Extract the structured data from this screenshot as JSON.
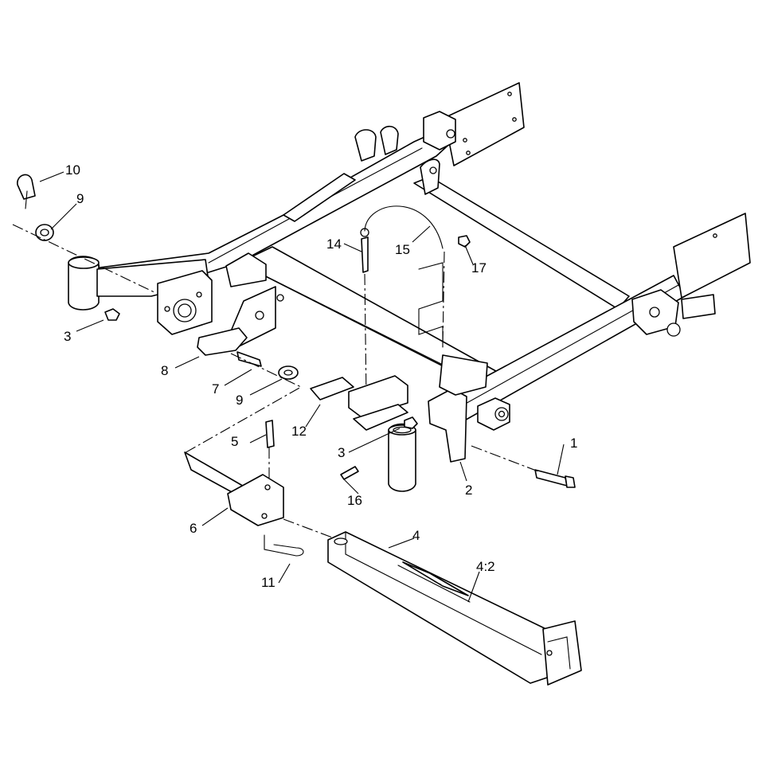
{
  "callouts": {
    "c1": "1",
    "c2": "2",
    "c3a": "3",
    "c3b": "3",
    "c4": "4",
    "c4_2": "4:2",
    "c5": "5",
    "c6": "6",
    "c7": "7",
    "c8": "8",
    "c9a": "9",
    "c9b": "9",
    "c10": "10",
    "c11": "11",
    "c12": "12",
    "c14": "14",
    "c15": "15",
    "c16": "16",
    "c17": "17"
  }
}
